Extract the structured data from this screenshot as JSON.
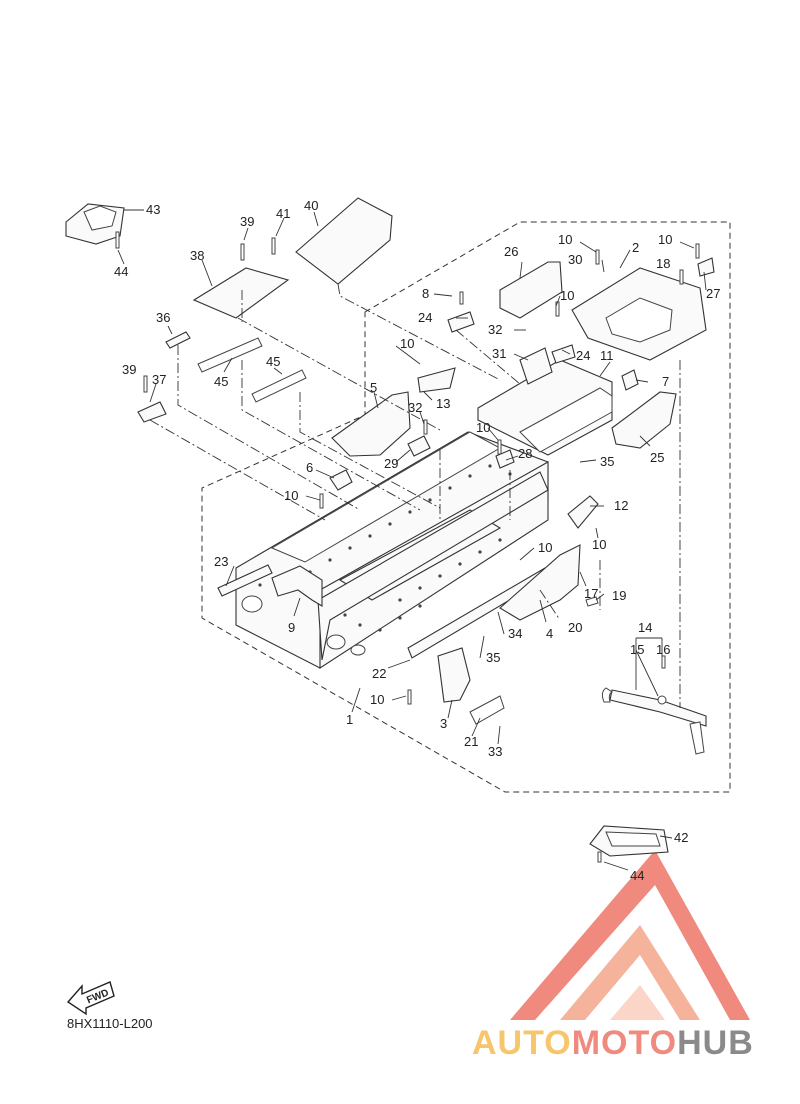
{
  "diagram": {
    "code": "8HX1110-L200",
    "fwd_label": "FWD",
    "callouts": [
      "1",
      "2",
      "3",
      "4",
      "5",
      "6",
      "7",
      "8",
      "9",
      "10",
      "11",
      "12",
      "13",
      "14",
      "15",
      "16",
      "17",
      "18",
      "19",
      "20",
      "21",
      "22",
      "23",
      "24",
      "25",
      "26",
      "27",
      "28",
      "29",
      "30",
      "31",
      "32",
      "33",
      "34",
      "35",
      "36",
      "37",
      "38",
      "39",
      "40",
      "41",
      "42",
      "43",
      "44",
      "45"
    ]
  },
  "watermark": {
    "part1": "AUTO",
    "part2": "MOTO",
    "part3": "HUB",
    "colors": {
      "auto": "#f7c56b",
      "moto": "#f08a7e",
      "hub": "#8a8a8a",
      "triangle": "#f08a7e"
    }
  }
}
